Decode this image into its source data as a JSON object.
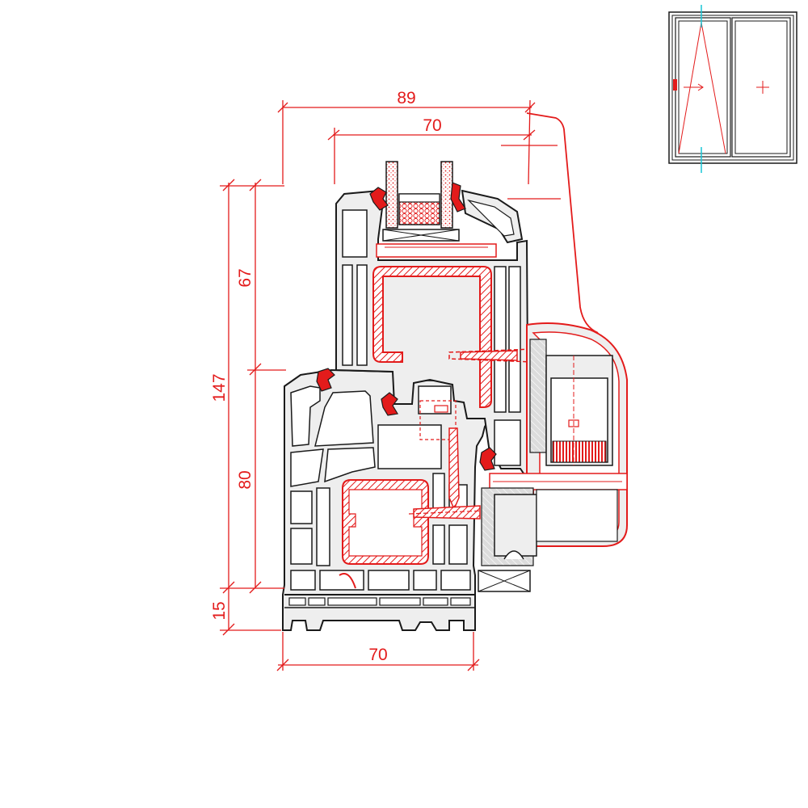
{
  "colors": {
    "dimension": "#e31b1b",
    "profile_outline": "#1a1a1a",
    "profile_fill": "#eeeeee",
    "steel": "#e31b1b",
    "axis_marker": "#19c6d6",
    "background": "#ffffff"
  },
  "dimensions": {
    "sash_width": "89",
    "glazing_depth": "70",
    "sash_height": "67",
    "total_height": "147",
    "frame_height": "80",
    "sill_height": "15",
    "frame_width": "70"
  },
  "legend": {
    "description": "two-pane window elevation with tilt-turn sash (left) and fixed pane (right)"
  }
}
